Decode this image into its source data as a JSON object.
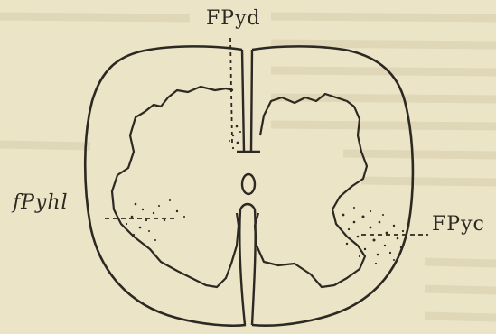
{
  "labels": {
    "fpyd": "FPyd",
    "fpyhl": "fPyhl",
    "fpyc": "FPyc"
  },
  "colors": {
    "paper": "#ece4c6",
    "ink": "#2c2822",
    "faded_text": "#d9cfb0"
  }
}
